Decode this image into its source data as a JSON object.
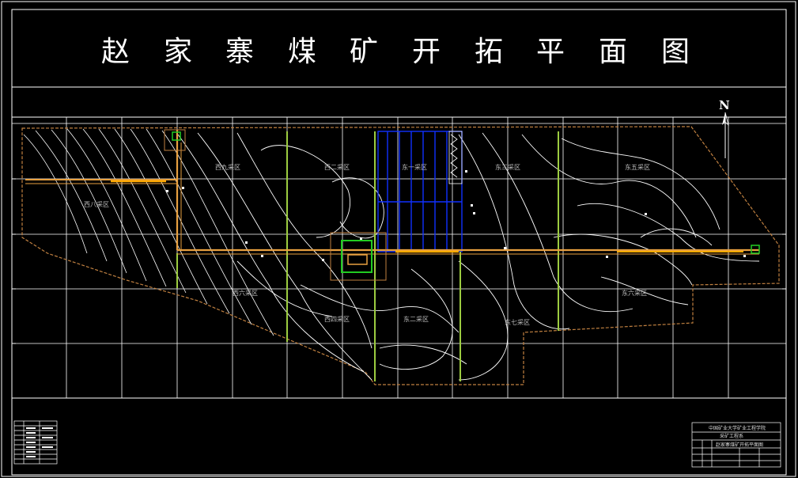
{
  "title": "赵家寨煤矿开拓平面图",
  "title_chars": [
    "赵",
    "家",
    "寨",
    "煤",
    "矿",
    "开",
    "拓",
    "平",
    "面",
    "图"
  ],
  "north_label": "N",
  "zones": [
    {
      "id": "xi9",
      "label": "西九采区"
    },
    {
      "id": "xi8",
      "label": "西八采区"
    },
    {
      "id": "xi2",
      "label": "西二采区"
    },
    {
      "id": "dong1",
      "label": "东一采区"
    },
    {
      "id": "dong3",
      "label": "东三采区"
    },
    {
      "id": "dong5",
      "label": "东五采区"
    },
    {
      "id": "xi6",
      "label": "西六采区"
    },
    {
      "id": "xi4",
      "label": "西四采区"
    },
    {
      "id": "dong2",
      "label": "东二采区"
    },
    {
      "id": "dong7",
      "label": "东七采区"
    },
    {
      "id": "dong6",
      "label": "东六采区"
    }
  ],
  "title_block": {
    "school": "中国矿业大学矿业工程学院",
    "department": "采矿工程系",
    "drawing_name": "赵家寨煤矿开拓平面图"
  },
  "colors": {
    "background": "#000000",
    "frame": "#ffffff",
    "contour": "#ffffff",
    "roadway": "#e8a040",
    "mined": "#1030ff",
    "boundary_green": "#9ccc40",
    "shaft": "#22cc22",
    "boundary": "#c08040"
  }
}
